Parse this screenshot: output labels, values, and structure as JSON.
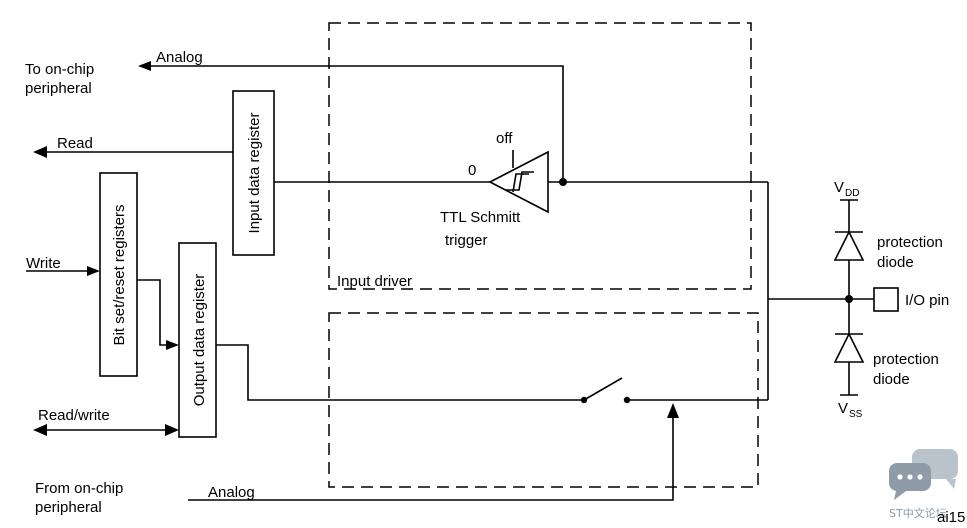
{
  "labels": {
    "to_onchip_line1": "To on-chip",
    "to_onchip_line2": "peripheral",
    "analog_top": "Analog",
    "read": "Read",
    "write": "Write",
    "read_write": "Read/write",
    "from_onchip_line1": "From on-chip",
    "from_onchip_line2": "peripheral",
    "analog_bottom": "Analog",
    "input_data_register": "Input data register",
    "bit_set_reset_registers": "Bit set/reset registers",
    "output_data_register": "Output data register",
    "off": "off",
    "zero": "0",
    "ttl_schmitt": "TTL Schmitt",
    "trigger": "trigger",
    "input_driver": "Input driver",
    "vdd": "V",
    "vdd_sub": "DD",
    "vss": "V",
    "vss_sub": "SS",
    "protection_top_1": "protection",
    "protection_top_2": "diode",
    "protection_bottom_1": "protection",
    "protection_bottom_2": "diode",
    "io_pin": "I/O pin",
    "figure_id": "ai15",
    "watermark": "ST中文论坛"
  },
  "icons": {
    "watermark_icon": "chat-bubbles-icon"
  }
}
